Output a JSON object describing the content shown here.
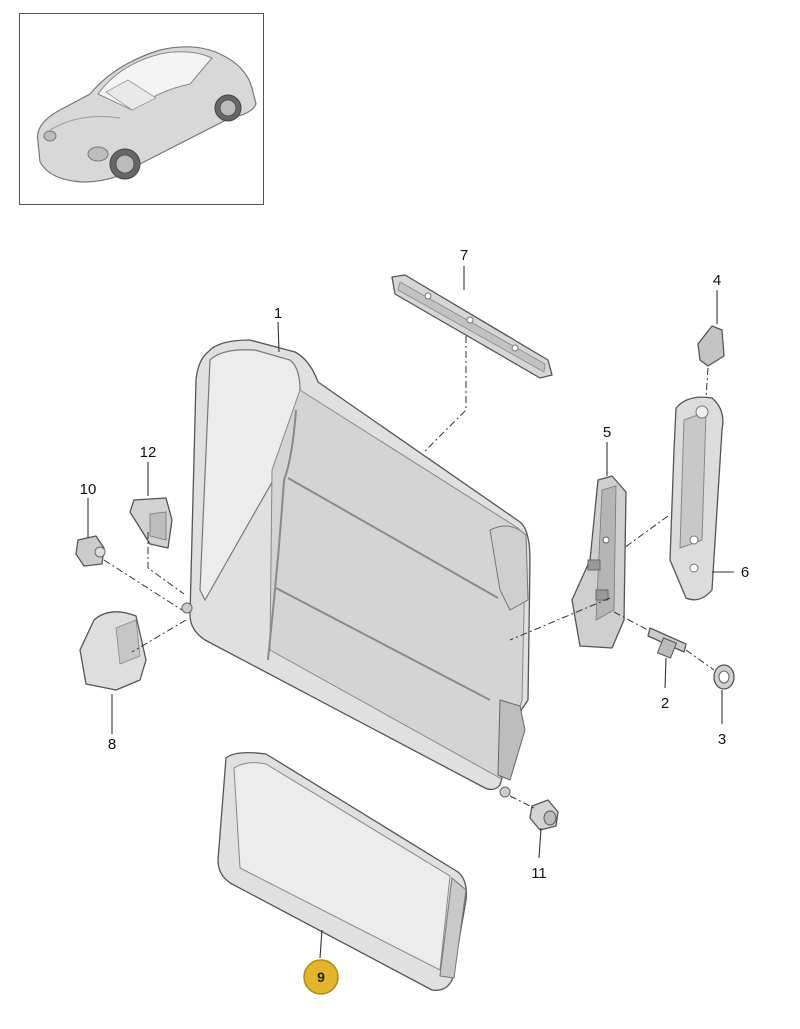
{
  "vehicle_thumbnail": {
    "icon": "sports-coupe-icon"
  },
  "callouts": [
    {
      "label": "1"
    },
    {
      "label": "2"
    },
    {
      "label": "3"
    },
    {
      "label": "4"
    },
    {
      "label": "5"
    },
    {
      "label": "6"
    },
    {
      "label": "7"
    },
    {
      "label": "8"
    },
    {
      "label": "9",
      "highlighted": true
    },
    {
      "label": "10"
    },
    {
      "label": "11"
    },
    {
      "label": "12"
    }
  ],
  "colors": {
    "part_fill": "#e1e1e1",
    "part_shade": "#c9c9c9",
    "highlight_badge": "#e2b52c"
  }
}
